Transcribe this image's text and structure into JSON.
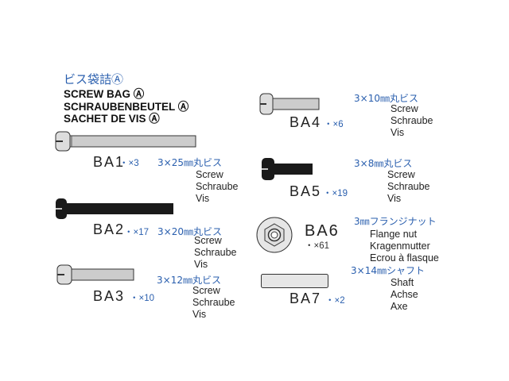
{
  "title_jp": "ビス袋詰Ⓐ",
  "titles": [
    "SCREW BAG Ⓐ",
    "SCHRAUBENBEUTEL Ⓐ",
    "SACHET DE VIS Ⓐ"
  ],
  "parts": [
    {
      "code": "BA1",
      "qty": "・×3",
      "jp": "3×25㎜丸ビス",
      "names": [
        "Screw",
        "Schraube",
        "Vis"
      ],
      "color": "#d8d8d8"
    },
    {
      "code": "BA2",
      "qty": "・×17",
      "jp": "3×20㎜丸ビス",
      "names": [
        "Screw",
        "Schraube",
        "Vis"
      ],
      "color": "#1a1a1a"
    },
    {
      "code": "BA3",
      "qty": "・×10",
      "jp": "3×12㎜丸ビス",
      "names": [
        "Screw",
        "Schraube",
        "Vis"
      ],
      "color": "#d8d8d8"
    },
    {
      "code": "BA4",
      "qty": "・×6",
      "jp": "3×10㎜丸ビス",
      "names": [
        "Screw",
        "Schraube",
        "Vis"
      ],
      "color": "#d8d8d8"
    },
    {
      "code": "BA5",
      "qty": "・×19",
      "jp": "3×8㎜丸ビス",
      "names": [
        "Screw",
        "Schraube",
        "Vis"
      ],
      "color": "#1a1a1a"
    },
    {
      "code": "BA6",
      "qty": "・×61",
      "jp": "3㎜フランジナット",
      "names": [
        "Flange nut",
        "Kragenmutter",
        "Ecrou à flasque"
      ],
      "color": "#d8d8d8"
    },
    {
      "code": "BA7",
      "qty": "・×2",
      "jp": "3×14㎜シャフト",
      "names": [
        "Shaft",
        "Achse",
        "Axe"
      ],
      "color": "#e4e4e4"
    }
  ]
}
